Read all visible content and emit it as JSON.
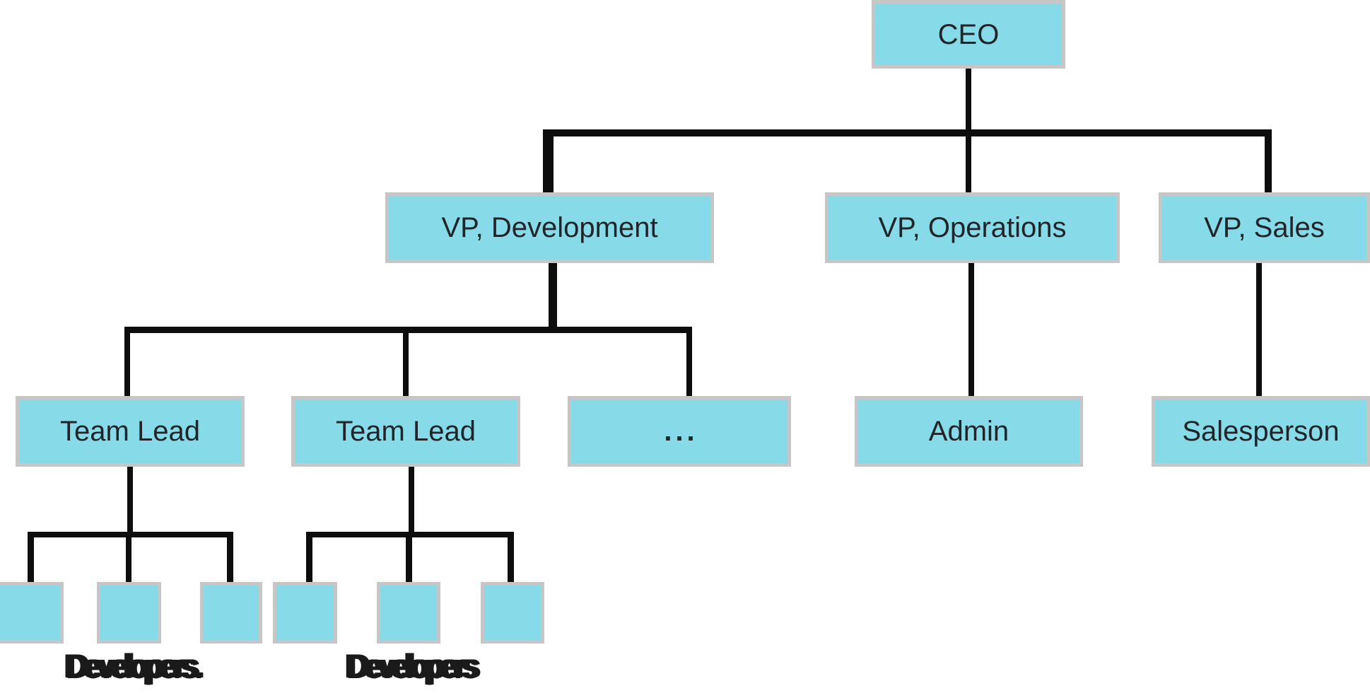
{
  "diagram": {
    "type": "org-chart",
    "colors": {
      "node_fill": "#87dbe8",
      "node_border": "#c6c6c6",
      "connector": "#0d0d0d",
      "text": "#212529",
      "background": "#ffffff"
    }
  },
  "nodes": {
    "ceo": {
      "label": "CEO"
    },
    "vp_development": {
      "label": "VP, Development"
    },
    "vp_operations": {
      "label": "VP, Operations"
    },
    "vp_sales": {
      "label": "VP, Sales"
    },
    "team_lead_1": {
      "label": "Team Lead"
    },
    "team_lead_2": {
      "label": "Team Lead"
    },
    "more": {
      "label": "..."
    },
    "admin": {
      "label": "Admin"
    },
    "salesperson": {
      "label": "Salesperson"
    },
    "developers_1": {
      "label": "Developers.",
      "box_count": 3
    },
    "developers_2": {
      "label": "Developers",
      "box_count": 3
    }
  },
  "edges": [
    {
      "from": "CEO",
      "to": "VP, Development"
    },
    {
      "from": "CEO",
      "to": "VP, Operations"
    },
    {
      "from": "CEO",
      "to": "VP, Sales"
    },
    {
      "from": "VP, Development",
      "to": "Team Lead"
    },
    {
      "from": "VP, Development",
      "to": "Team Lead"
    },
    {
      "from": "VP, Development",
      "to": "..."
    },
    {
      "from": "VP, Operations",
      "to": "Admin"
    },
    {
      "from": "VP, Sales",
      "to": "Salesperson"
    },
    {
      "from": "Team Lead",
      "to": "Developers (3 unlabeled boxes)"
    },
    {
      "from": "Team Lead",
      "to": "Developers (3 unlabeled boxes)"
    }
  ]
}
